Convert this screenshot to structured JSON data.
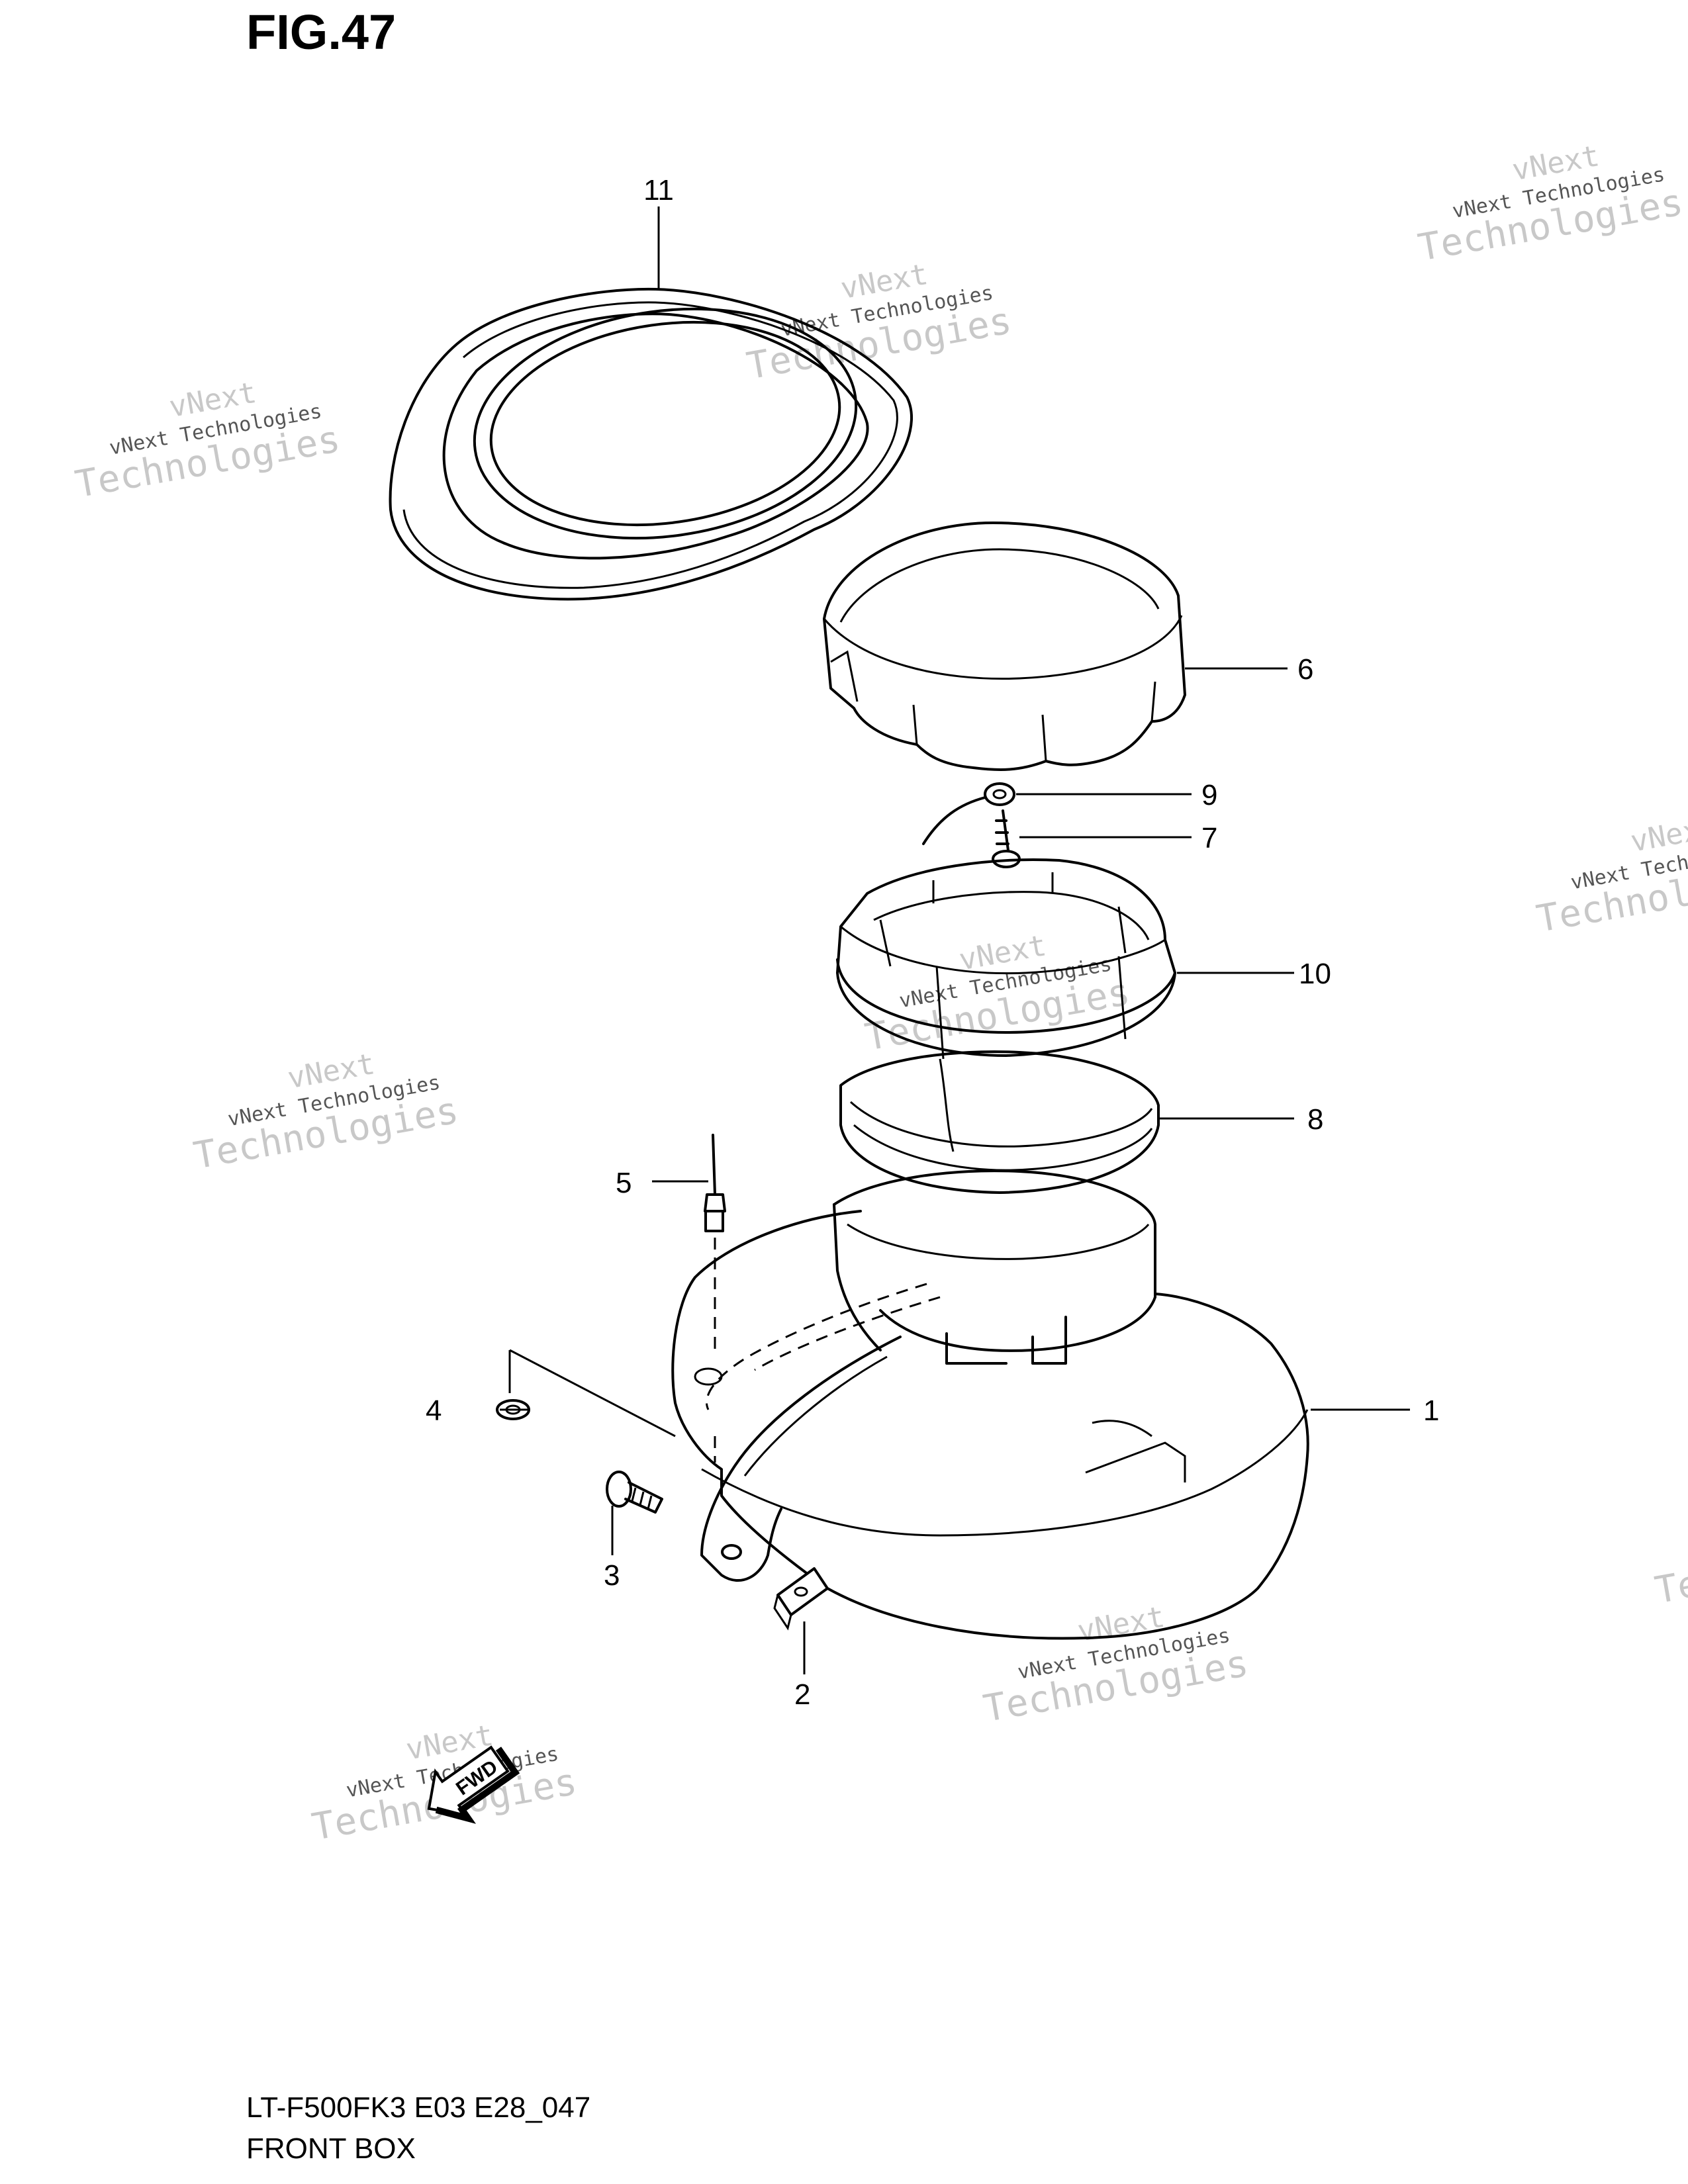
{
  "figure": {
    "title": "FIG.47",
    "model_code": "LT-F500FK3 E03 E28_047",
    "section_name": "FRONT BOX"
  },
  "callouts": [
    "1",
    "2",
    "3",
    "4",
    "5",
    "6",
    "7",
    "8",
    "9",
    "10",
    "11"
  ],
  "watermark": {
    "line1": "vNext",
    "line2": "vNext Technologies",
    "line3": "Technologies"
  },
  "direction_marker": {
    "label": "FWD"
  }
}
